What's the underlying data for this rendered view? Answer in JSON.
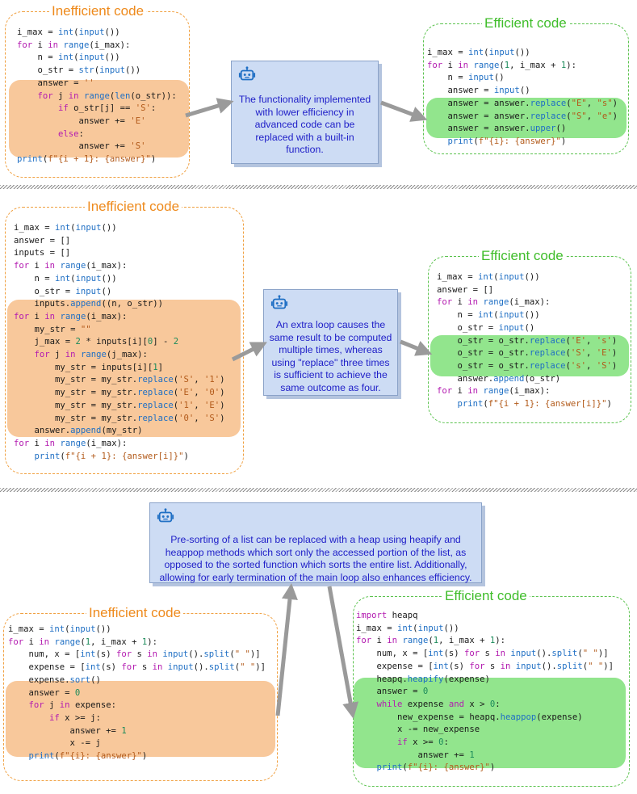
{
  "labels": {
    "inefficient": "Inefficient code",
    "efficient": "Efficient code"
  },
  "icons": {
    "assistant": "robot-icon"
  },
  "colors": {
    "inefficient_border": "#f0a040",
    "efficient_border": "#5cc34f",
    "orange_highlight": "#f8c89b",
    "green_highlight": "#92e58d",
    "note_fill": "#cddcf4",
    "note_text": "#2020c8"
  },
  "examples": [
    {
      "note": "The functionality implemented with lower efficiency in advanced code can be replaced with a built-in function.",
      "inefficient": [
        "i_max = int(input())",
        "for i in range(i_max):",
        "    n = int(input())",
        "    o_str = str(input())",
        "    answer = ''",
        "    for j in range(len(o_str)):",
        "        if o_str[j] == 'S':",
        "            answer += 'E'",
        "        else:",
        "            answer += 'S'",
        "print(f\"{i + 1}: {answer}\")"
      ],
      "efficient": [
        "i_max = int(input())",
        "for i in range(1, i_max + 1):",
        "    n = input()",
        "    answer = input()",
        "    answer = answer.replace(\"E\", \"s\")",
        "    answer = answer.replace(\"S\", \"e\")",
        "    answer = answer.upper()",
        "    print(f\"{i}: {answer}\")"
      ]
    },
    {
      "note": "An extra loop causes the same result to be computed multiple times, whereas using \"replace\" three times is sufficient to achieve the same outcome as four.",
      "inefficient": [
        "i_max = int(input())",
        "answer = []",
        "inputs = []",
        "for i in range(i_max):",
        "    n = int(input())",
        "    o_str = input()",
        "    inputs.append((n, o_str))",
        "for i in range(i_max):",
        "    my_str = \"\"",
        "    j_max = 2 * inputs[i][0] - 2",
        "    for j in range(j_max):",
        "        my_str = inputs[i][1]",
        "        my_str = my_str.replace('S', '1')",
        "        my_str = my_str.replace('E', '0')",
        "        my_str = my_str.replace('1', 'E')",
        "        my_str = my_str.replace('0', 'S')",
        "    answer.append(my_str)",
        "for i in range(i_max):",
        "    print(f\"{i + 1}: {answer[i]}\")"
      ],
      "efficient": [
        "i_max = int(input())",
        "answer = []",
        "for i in range(i_max):",
        "    n = int(input())",
        "    o_str = input()",
        "    o_str = o_str.replace('E', 's')",
        "    o_str = o_str.replace('S', 'E')",
        "    o_str = o_str.replace('s', 'S')",
        "    answer.append(o_str)",
        "for i in range(i_max):",
        "    print(f\"{i + 1}: {answer[i]}\")"
      ]
    },
    {
      "note": "Pre-sorting of a list can be replaced with a heap using heapify and heappop methods which sort only the accessed portion of the list, as opposed to the sorted function which sorts the entire list. Additionally, allowing for early termination of the main loop also enhances efficiency.",
      "inefficient": [
        "i_max = int(input())",
        "for i in range(1, i_max + 1):",
        "    num, x = [int(s) for s in input().split(\" \")]",
        "    expense = [int(s) for s in input().split(\" \")]",
        "    expense.sort()",
        "    answer = 0",
        "    for j in expense:",
        "        if x >= j:",
        "            answer += 1",
        "            x -= j",
        "    print(f\"{i}: {answer}\")"
      ],
      "efficient": [
        "import heapq",
        "i_max = int(input())",
        "for i in range(1, i_max + 1):",
        "    num, x = [int(s) for s in input().split(\" \")]",
        "    expense = [int(s) for s in input().split(\" \")]",
        "    heapq.heapify(expense)",
        "    answer = 0",
        "    while expense and x > 0:",
        "        new_expense = heapq.heappop(expense)",
        "        x -= new_expense",
        "        if x >= 0:",
        "            answer += 1",
        "    print(f\"{i}: {answer}\")"
      ]
    }
  ]
}
